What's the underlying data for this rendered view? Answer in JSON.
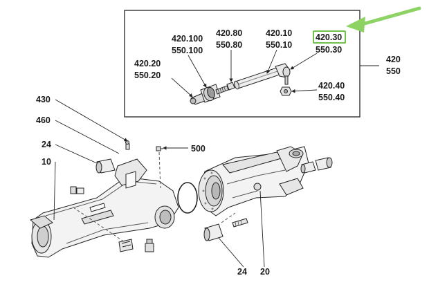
{
  "diagram": {
    "inset_labels": {
      "l_420_100": "420.100",
      "l_550_100": "550.100",
      "l_420_80": "420.80",
      "l_550_80": "550.80",
      "l_420_10": "420.10",
      "l_550_10": "550.10",
      "l_420_30": "420.30",
      "l_550_30": "550.30",
      "l_420_20": "420.20",
      "l_550_20": "550.20",
      "l_420_40": "420.40",
      "l_550_40": "550.40"
    },
    "group_labels": {
      "g_420": "420",
      "g_550": "550"
    },
    "part_labels": {
      "p_430": "430",
      "p_460": "460",
      "p_24_left": "24",
      "p_10": "10",
      "p_500": "500",
      "p_24_bottom": "24",
      "p_20": "20"
    },
    "highlight": {
      "target": "420.30",
      "color": "#6fc04a"
    }
  }
}
